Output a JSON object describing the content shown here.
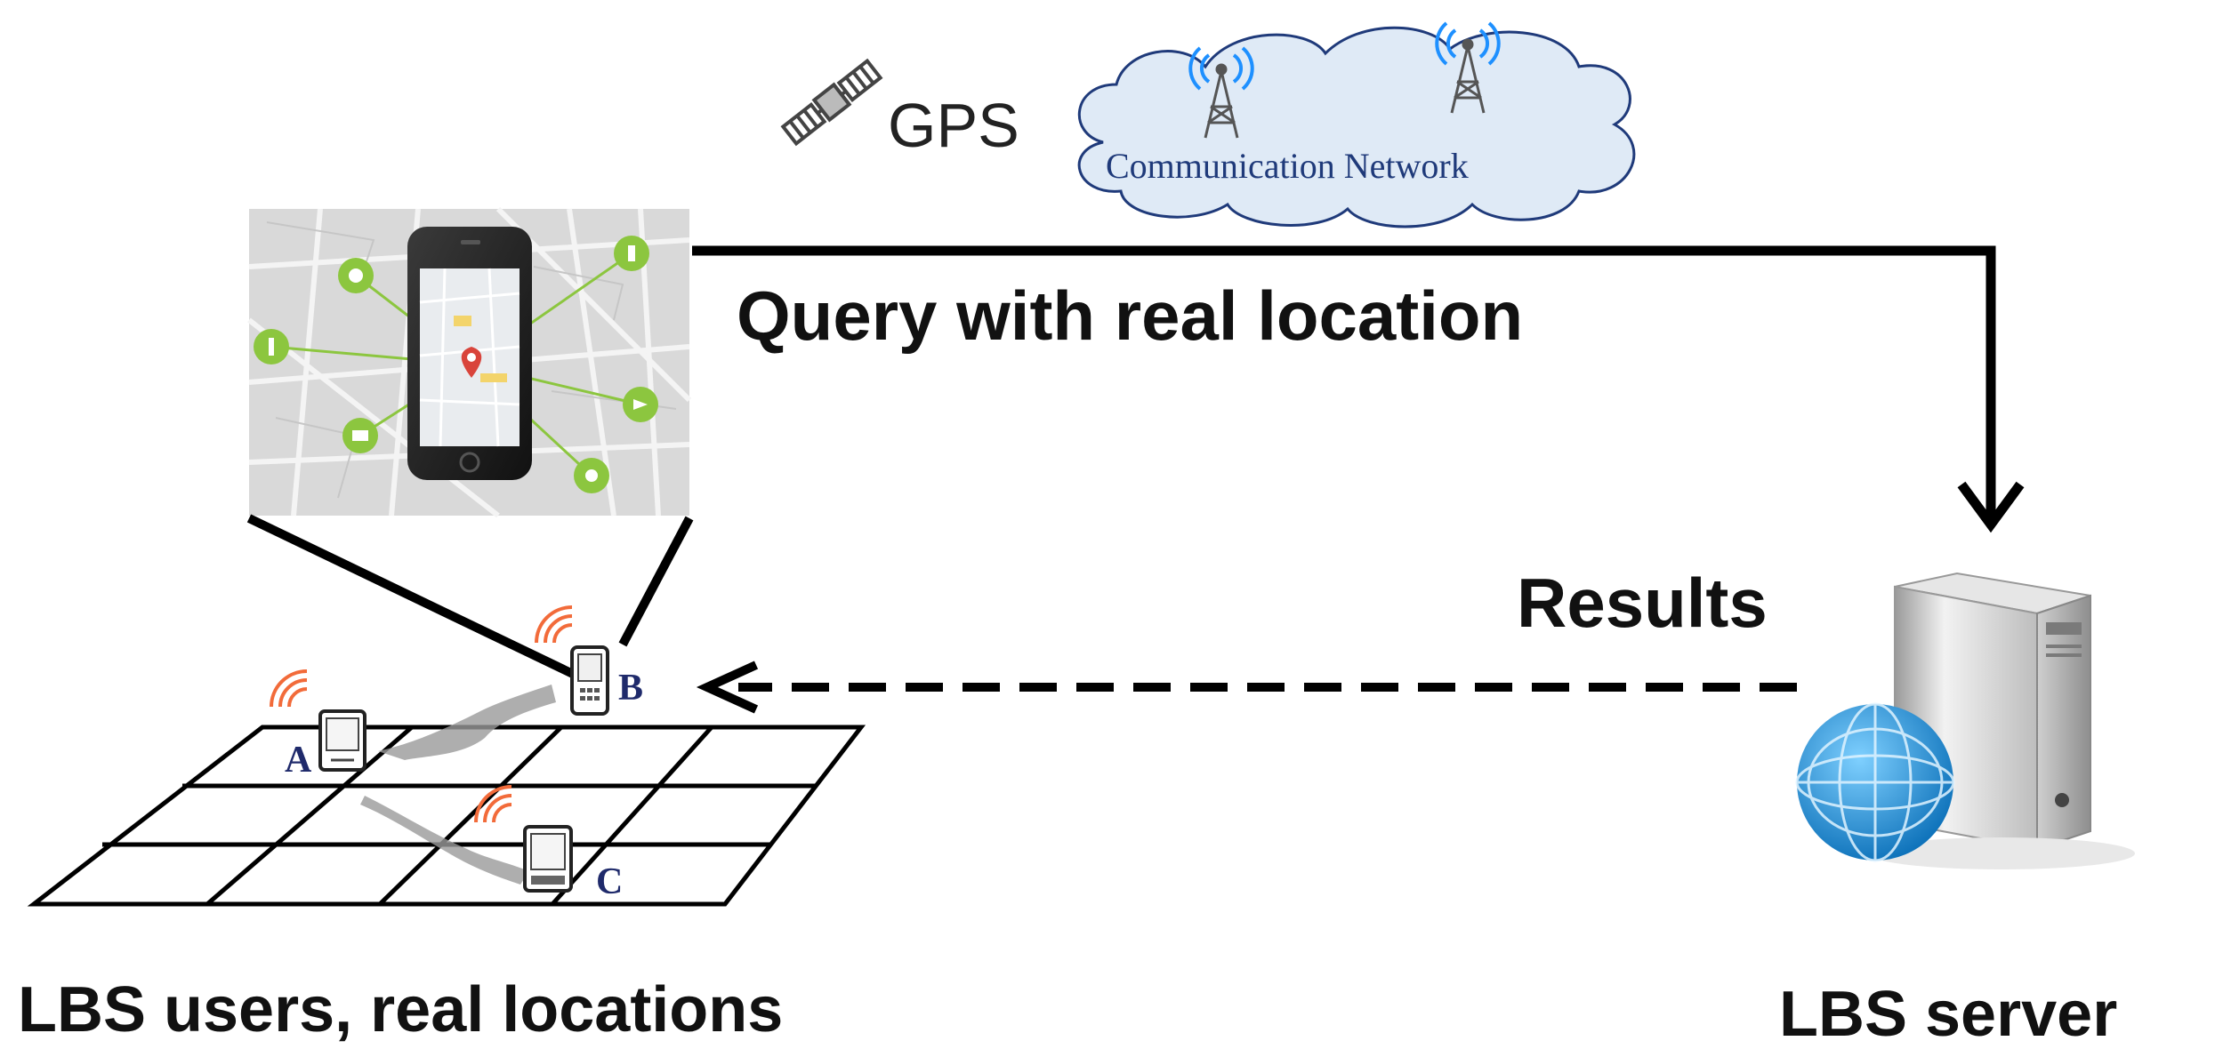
{
  "labels": {
    "gps": "GPS",
    "network": "Communication Network",
    "query": "Query with real location",
    "results": "Results",
    "users": "LBS users, real locations",
    "server": "LBS server",
    "user_a": "A",
    "user_b": "B",
    "user_c": "C"
  },
  "colors": {
    "cloud_fill": "#dfeaf6",
    "cloud_stroke": "#1f3a7a",
    "map_bg": "#d9d9d9",
    "map_marker": "#8cc63f",
    "pin": "#d9443b",
    "globe": "#1f8fd6",
    "wifi": "#f26b3a",
    "tower_signal": "#1e90ff"
  },
  "icons": [
    "satellite-icon",
    "cell-tower-icon",
    "smartphone-icon",
    "map-pin-icon",
    "server-icon",
    "globe-icon",
    "wifi-signal-icon",
    "mobile-device-icon"
  ]
}
